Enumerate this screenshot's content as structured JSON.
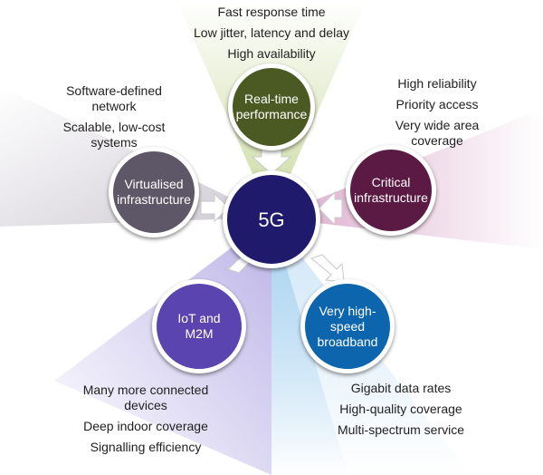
{
  "center": {
    "label": "5G",
    "color": "#1f1a6b"
  },
  "nodes": [
    {
      "id": "realtime",
      "label": "Real-time performance",
      "color": "#4a5a22",
      "beam_color": "#c8d89a",
      "icon": "arrow-down-icon",
      "features": [
        "Fast response time",
        "Low jitter, latency and delay",
        "High availability"
      ]
    },
    {
      "id": "critical",
      "label": "Critical infrastructure",
      "color": "#5a1a43",
      "beam_color": "#d9a6c8",
      "icon": "arrow-left-icon",
      "features": [
        "High reliability",
        "Priority access",
        "Very wide area coverage"
      ]
    },
    {
      "id": "broadband",
      "label": "Very high-speed broadband",
      "color": "#0d66ad",
      "beam_color": "#a8d2f0",
      "icon": "arrow-up-left-icon",
      "features": [
        "Gigabit data rates",
        "High-quality coverage",
        "Multi-spectrum service"
      ]
    },
    {
      "id": "iot",
      "label": "IoT and M2M",
      "color": "#5a45b0",
      "beam_color": "#b9b0e6",
      "icon": "arrow-up-right-icon",
      "features": [
        "Many more connected devices",
        "Deep indoor coverage",
        "Signalling efficiency"
      ]
    },
    {
      "id": "virtual",
      "label": "Virtualised infrastructure",
      "color": "#5e5767",
      "beam_color": "#cbc6cf",
      "icon": "arrow-right-icon",
      "features": [
        "Software-defined network",
        "Scalable, low-cost systems"
      ]
    }
  ]
}
